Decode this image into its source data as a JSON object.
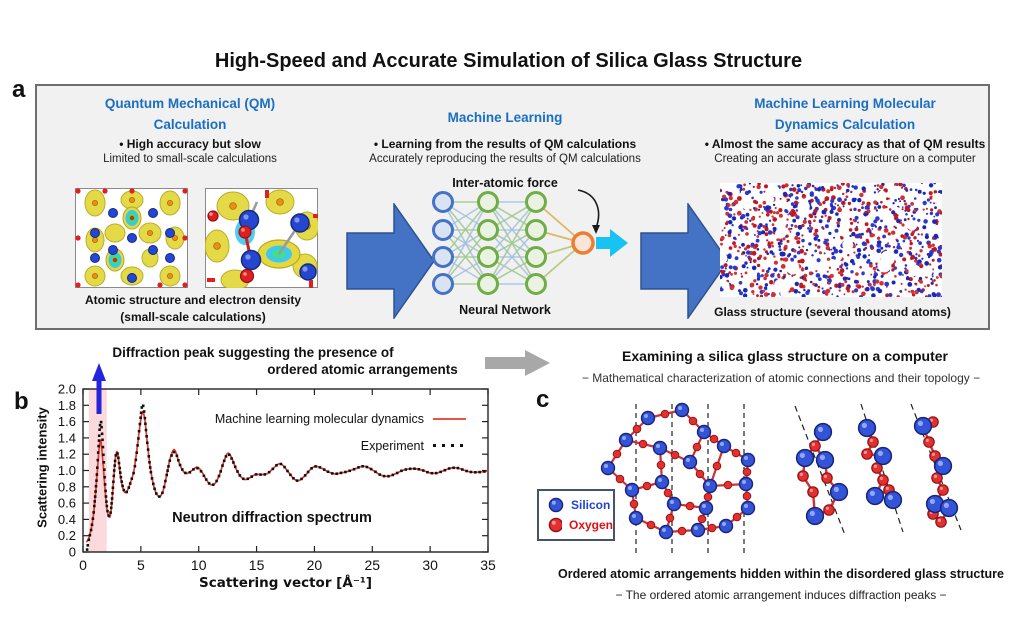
{
  "title": "High-Speed and Accurate Simulation of Silica Glass Structure",
  "panel_a": {
    "label": "a",
    "columns": [
      {
        "heading1": "Quantum Mechanical (QM)",
        "heading2": "Calculation",
        "bullet": "• High accuracy but slow",
        "sub": "Limited to small-scale calculations",
        "caption1": "Atomic structure and electron density",
        "caption2": "(small-scale calculations)"
      },
      {
        "heading1": "Machine Learning",
        "heading2": "",
        "bullet": "• Learning from the results of QM calculations",
        "sub": "Accurately reproducing the results of QM calculations",
        "nn_top_label": "Inter-atomic force",
        "nn_bottom_label": "Neural Network"
      },
      {
        "heading1": "Machine Learning Molecular",
        "heading2": "Dynamics Calculation",
        "bullet": "• Almost the same accuracy as that of QM results",
        "sub": "Creating an accurate glass structure on a computer",
        "caption1": "Glass structure (several thousand atoms)"
      }
    ]
  },
  "panel_b": {
    "label": "b",
    "title_line1": "Diffraction peak suggesting the presence of",
    "title_line2": "ordered atomic arrangements"
  },
  "panel_c": {
    "label": "c",
    "title": "Examining a silica glass structure on a computer",
    "subtitle": "− Mathematical characterization of atomic connections and their topology −",
    "legend": {
      "silicon": "Silicon",
      "oxygen": "Oxygen"
    },
    "caption": "Ordered atomic arrangements hidden within the disordered glass structure",
    "subcaption": "− The ordered atomic arrangement induces diffraction peaks −"
  },
  "colors": {
    "accent_blue": "#1b6fc2",
    "block_arrow": "#4472c4",
    "block_arrow_border": "#2f528f",
    "cyan_arrow": "#18c2f2",
    "gray_arrow": "#a8a8a8",
    "series_red": "#e8392a",
    "experiment_black": "#111111",
    "band_pink": "#fbd9dc",
    "pointer_blue": "#2424dd",
    "silicon_blue": "#3354d6",
    "oxygen_red": "#e23030"
  },
  "chart_data": {
    "type": "line",
    "inner_title": "Neutron diffraction spectrum",
    "xlabel": "Scattering vector [Å⁻¹]",
    "ylabel": "Scattering intensity",
    "xlim": [
      0,
      35
    ],
    "ylim": [
      0,
      2.0
    ],
    "xticks": [
      0,
      5,
      10,
      15,
      20,
      25,
      30,
      35
    ],
    "yticks": [
      0,
      0.2,
      0.4,
      0.6,
      0.8,
      1.0,
      1.2,
      1.4,
      1.6,
      1.8,
      2.0
    ],
    "grid": false,
    "legend_position": "top-right-inside",
    "annotations": {
      "band_x0": 0.5,
      "band_x1": 2.05,
      "arrow_x": 1.45
    },
    "series": [
      {
        "name": "Machine learning molecular dynamics",
        "style": "line",
        "points": [
          [
            0.3,
            0.12
          ],
          [
            0.5,
            0.17
          ],
          [
            0.7,
            0.28
          ],
          [
            0.9,
            0.45
          ],
          [
            1.1,
            0.75
          ],
          [
            1.25,
            1.02
          ],
          [
            1.4,
            1.28
          ],
          [
            1.5,
            1.37
          ],
          [
            1.6,
            1.3
          ],
          [
            1.75,
            1.05
          ],
          [
            1.9,
            0.78
          ],
          [
            2.05,
            0.55
          ],
          [
            2.2,
            0.45
          ],
          [
            2.35,
            0.44
          ],
          [
            2.5,
            0.62
          ],
          [
            2.65,
            0.9
          ],
          [
            2.8,
            1.15
          ],
          [
            2.95,
            1.23
          ],
          [
            3.1,
            1.1
          ],
          [
            3.25,
            0.92
          ],
          [
            3.45,
            0.78
          ],
          [
            3.65,
            0.73
          ],
          [
            3.85,
            0.76
          ],
          [
            4.1,
            0.85
          ],
          [
            4.4,
            1.0
          ],
          [
            4.7,
            1.3
          ],
          [
            4.95,
            1.58
          ],
          [
            5.15,
            1.72
          ],
          [
            5.35,
            1.62
          ],
          [
            5.55,
            1.35
          ],
          [
            5.8,
            1.05
          ],
          [
            6.05,
            0.85
          ],
          [
            6.3,
            0.73
          ],
          [
            6.6,
            0.68
          ],
          [
            6.9,
            0.74
          ],
          [
            7.2,
            0.92
          ],
          [
            7.5,
            1.13
          ],
          [
            7.8,
            1.25
          ],
          [
            8.0,
            1.23
          ],
          [
            8.25,
            1.12
          ],
          [
            8.5,
            1.03
          ],
          [
            8.8,
            0.97
          ],
          [
            9.1,
            0.97
          ],
          [
            9.5,
            1.01
          ],
          [
            9.85,
            1.04
          ],
          [
            10.2,
            1.0
          ],
          [
            10.6,
            0.9
          ],
          [
            11.0,
            0.83
          ],
          [
            11.4,
            0.84
          ],
          [
            11.8,
            0.95
          ],
          [
            12.2,
            1.12
          ],
          [
            12.5,
            1.21
          ],
          [
            12.8,
            1.17
          ],
          [
            13.2,
            1.03
          ],
          [
            13.6,
            0.93
          ],
          [
            14.0,
            0.89
          ],
          [
            14.4,
            0.91
          ],
          [
            14.9,
            0.95
          ],
          [
            15.4,
            0.95
          ],
          [
            15.9,
            0.96
          ],
          [
            16.4,
            1.02
          ],
          [
            16.9,
            1.08
          ],
          [
            17.3,
            1.06
          ],
          [
            17.8,
            0.97
          ],
          [
            18.3,
            0.89
          ],
          [
            18.7,
            0.88
          ],
          [
            19.2,
            0.94
          ],
          [
            19.7,
            1.02
          ],
          [
            20.1,
            1.05
          ],
          [
            20.6,
            1.03
          ],
          [
            21.1,
            0.99
          ],
          [
            21.7,
            0.96
          ],
          [
            22.3,
            0.97
          ],
          [
            22.9,
            0.99
          ],
          [
            23.5,
            1.02
          ],
          [
            24.1,
            1.05
          ],
          [
            24.6,
            1.04
          ],
          [
            25.2,
            0.99
          ],
          [
            25.8,
            0.94
          ],
          [
            26.4,
            0.93
          ],
          [
            27.0,
            0.96
          ],
          [
            27.6,
            1.0
          ],
          [
            28.2,
            1.02
          ],
          [
            28.8,
            1.02
          ],
          [
            29.4,
            1.0
          ],
          [
            30.0,
            0.97
          ],
          [
            30.6,
            0.97
          ],
          [
            31.2,
            1.0
          ],
          [
            31.8,
            1.03
          ],
          [
            32.4,
            1.03
          ],
          [
            33.0,
            1.0
          ],
          [
            33.6,
            0.98
          ],
          [
            34.2,
            0.98
          ],
          [
            34.8,
            0.99
          ],
          [
            35.0,
            1.0
          ]
        ]
      },
      {
        "name": "Experiment",
        "style": "dots",
        "points": [
          [
            0.35,
            0.03
          ],
          [
            0.5,
            0.15
          ],
          [
            0.7,
            0.27
          ],
          [
            0.9,
            0.46
          ],
          [
            1.05,
            0.68
          ],
          [
            1.2,
            0.95
          ],
          [
            1.35,
            1.3
          ],
          [
            1.45,
            1.52
          ],
          [
            1.55,
            1.6
          ],
          [
            1.65,
            1.45
          ],
          [
            1.8,
            1.1
          ],
          [
            1.95,
            0.75
          ],
          [
            2.1,
            0.52
          ],
          [
            2.25,
            0.44
          ],
          [
            2.4,
            0.5
          ],
          [
            2.55,
            0.72
          ],
          [
            2.7,
            1.0
          ],
          [
            2.85,
            1.2
          ],
          [
            3.0,
            1.2
          ],
          [
            3.15,
            1.05
          ],
          [
            3.3,
            0.9
          ],
          [
            3.5,
            0.77
          ],
          [
            3.7,
            0.73
          ],
          [
            3.9,
            0.77
          ],
          [
            4.15,
            0.87
          ],
          [
            4.45,
            1.02
          ],
          [
            4.75,
            1.35
          ],
          [
            5.0,
            1.68
          ],
          [
            5.15,
            1.81
          ],
          [
            5.3,
            1.7
          ],
          [
            5.5,
            1.42
          ],
          [
            5.75,
            1.1
          ],
          [
            6.0,
            0.88
          ],
          [
            6.3,
            0.73
          ],
          [
            6.6,
            0.68
          ],
          [
            6.9,
            0.74
          ],
          [
            7.2,
            0.92
          ],
          [
            7.5,
            1.12
          ],
          [
            7.8,
            1.22
          ],
          [
            8.05,
            1.2
          ],
          [
            8.3,
            1.1
          ],
          [
            8.55,
            1.02
          ],
          [
            8.85,
            0.97
          ],
          [
            9.15,
            0.97
          ],
          [
            9.5,
            1.01
          ],
          [
            9.85,
            1.03
          ],
          [
            10.2,
            0.99
          ],
          [
            10.6,
            0.9
          ],
          [
            11.0,
            0.83
          ],
          [
            11.4,
            0.84
          ],
          [
            11.8,
            0.95
          ],
          [
            12.2,
            1.12
          ],
          [
            12.5,
            1.2
          ],
          [
            12.8,
            1.16
          ],
          [
            13.2,
            1.03
          ],
          [
            13.6,
            0.93
          ],
          [
            14.0,
            0.89
          ],
          [
            14.4,
            0.91
          ],
          [
            14.9,
            0.95
          ],
          [
            15.4,
            0.95
          ],
          [
            15.9,
            0.96
          ],
          [
            16.4,
            1.02
          ],
          [
            16.9,
            1.08
          ],
          [
            17.3,
            1.06
          ],
          [
            17.8,
            0.97
          ],
          [
            18.3,
            0.89
          ],
          [
            18.7,
            0.88
          ],
          [
            19.2,
            0.94
          ],
          [
            19.7,
            1.02
          ],
          [
            20.1,
            1.05
          ],
          [
            20.6,
            1.03
          ],
          [
            21.1,
            0.99
          ],
          [
            21.7,
            0.96
          ],
          [
            22.3,
            0.97
          ],
          [
            22.9,
            0.99
          ],
          [
            23.5,
            1.02
          ],
          [
            24.1,
            1.05
          ],
          [
            24.6,
            1.04
          ],
          [
            25.2,
            0.99
          ],
          [
            25.8,
            0.94
          ],
          [
            26.4,
            0.93
          ],
          [
            27.0,
            0.96
          ],
          [
            27.6,
            1.0
          ],
          [
            28.2,
            1.02
          ],
          [
            28.8,
            1.02
          ],
          [
            29.4,
            1.0
          ],
          [
            30.0,
            0.97
          ],
          [
            30.6,
            0.97
          ],
          [
            31.2,
            1.0
          ],
          [
            31.8,
            1.03
          ],
          [
            32.4,
            1.03
          ],
          [
            33.0,
            1.0
          ],
          [
            33.6,
            0.98
          ],
          [
            34.2,
            0.98
          ],
          [
            34.8,
            0.99
          ]
        ]
      }
    ]
  }
}
